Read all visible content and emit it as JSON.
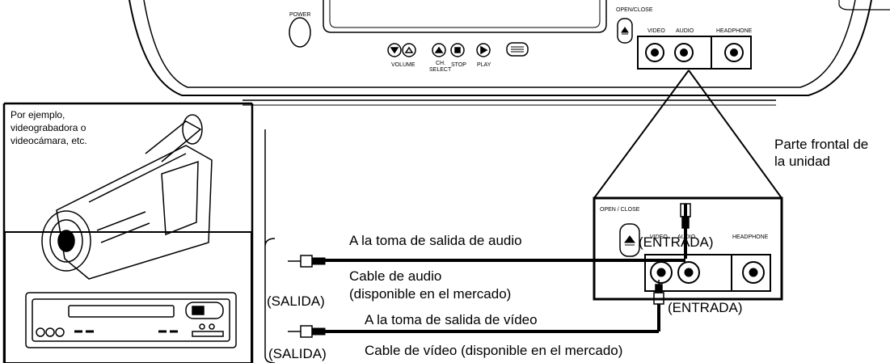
{
  "tv": {
    "power": "POWER",
    "open_close": "OPEN/CLOSE",
    "video": "VIDEO",
    "audio": "AUDIO",
    "headphone": "HEADPHONE",
    "volume": "VOLUME",
    "ch": "CH.",
    "select": "SELECT",
    "stop": "STOP",
    "play": "PLAY"
  },
  "device_box": {
    "line1": "Por ejemplo,",
    "line2": "videograbadora o",
    "line3": "videocámara, etc."
  },
  "inset": {
    "open_close": "OPEN / CLOSE",
    "video": "VIDEO",
    "audio": "AUDIO",
    "headphone": "HEADPHONE"
  },
  "labels": {
    "front_line1": "Parte frontal de",
    "front_line2": "la unidad",
    "audio_out": "A la toma de salida de audio",
    "entrada_audio": "(ENTRADA)",
    "audio_cable_1": "Cable de audio",
    "audio_cable_2": "(disponible en el mercado)",
    "salida_group": "(SALIDA)",
    "video_out": "A la toma de salida de vídeo",
    "entrada_video": "(ENTRADA)",
    "salida_video": "(SALIDA)",
    "video_cable": "Cable de vídeo (disponible en el mercado)"
  }
}
